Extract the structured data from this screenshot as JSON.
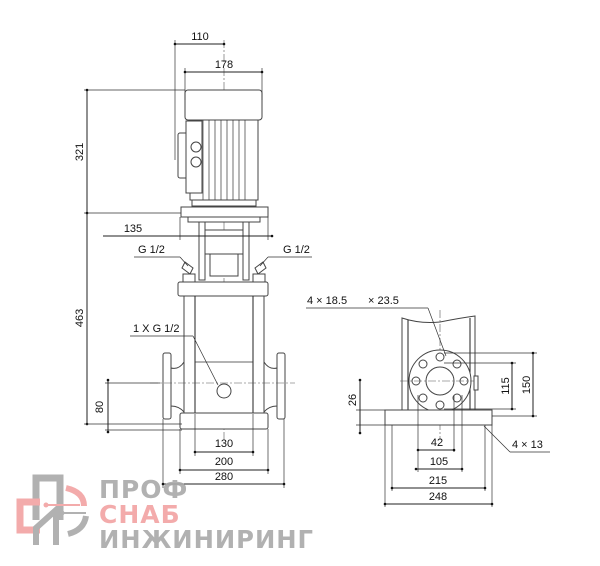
{
  "front_view": {
    "dims": {
      "d110": "110",
      "d178": "178",
      "d321": "321",
      "d463": "463",
      "d135": "135",
      "d80": "80",
      "d130": "130",
      "d200": "200",
      "d280": "280"
    },
    "labels": {
      "g_left": "G 1/2",
      "g_right": "G 1/2",
      "drain": "1 X G 1/2"
    }
  },
  "side_view": {
    "dims": {
      "d26": "26",
      "d115": "115",
      "d150": "150",
      "d42": "42",
      "d105": "105",
      "d215": "215",
      "d248": "248"
    },
    "labels": {
      "flange_holes_a": "4 × 18.5",
      "flange_holes_b": "× 23.5",
      "base_holes": "4  ×  13"
    }
  },
  "logo": {
    "line1": "ПРОФ",
    "line2": "СНАБ",
    "line3": "ИНЖИНИРИНГ",
    "colors": {
      "gray": "#a9a9a9",
      "pink": "#f2a3a3"
    }
  }
}
